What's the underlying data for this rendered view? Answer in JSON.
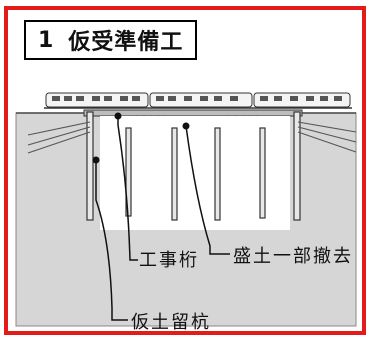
{
  "title": {
    "number": "1",
    "text": "仮受準備工"
  },
  "labels": {
    "girder": "工事桁",
    "embankment_removal": "盛土一部撤去",
    "retaining_pile": "仮土留杭"
  },
  "colors": {
    "frame": "#e31b1b",
    "ground": "#d6d6d6",
    "line": "#222222"
  }
}
